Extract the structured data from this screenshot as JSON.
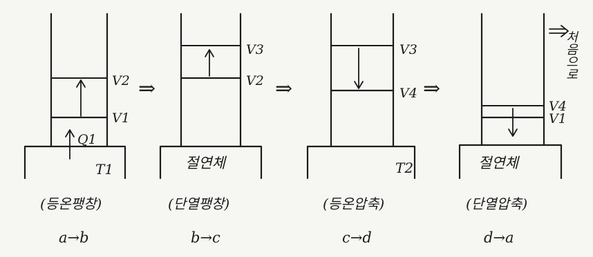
{
  "stages": [
    {
      "id": "a-b",
      "top_labels": [
        "V2",
        "V1"
      ],
      "heat_label": "Q1",
      "reservoir_label": "T1",
      "process_name": "(등온팽창)",
      "transition": "a→b"
    },
    {
      "id": "b-c",
      "top_labels": [
        "V3",
        "V2"
      ],
      "reservoir_label": "절연체",
      "process_name": "(단열팽창)",
      "transition": "b→c"
    },
    {
      "id": "c-d",
      "top_labels": [
        "V3",
        "V4"
      ],
      "reservoir_label": "T2",
      "process_name": "(등온압축)",
      "transition": "c→d"
    },
    {
      "id": "d-a",
      "top_labels": [
        "V4",
        "V1"
      ],
      "reservoir_label": "절연체",
      "process_name": "(단열압축)",
      "transition": "d→a"
    }
  ],
  "between_arrow": "⇒",
  "return_note": "처음으로"
}
